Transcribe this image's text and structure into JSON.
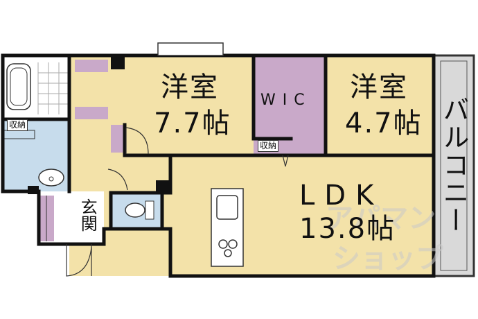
{
  "rooms": {
    "western_room_1": {
      "name": "洋室",
      "size": "7.7帖"
    },
    "western_room_2": {
      "name": "洋室",
      "size": "4.7帖"
    },
    "wic": {
      "name": "WIC"
    },
    "ldk": {
      "name": "LDK",
      "size": "13.8帖"
    },
    "balcony": {
      "name": "バルコニー"
    },
    "entrance": {
      "name": "玄関"
    },
    "storage_bath": {
      "name": "収納"
    },
    "storage_ldk": {
      "name": "収納"
    }
  },
  "watermark": {
    "line1": "アパマン",
    "line2": "ショップ"
  },
  "colors": {
    "room_floor": "#f3e2a9",
    "wic_floor": "#c9a9c9",
    "wet_area": "#c7dcec",
    "balcony": "#d9d9d9",
    "wall": "#111111"
  }
}
